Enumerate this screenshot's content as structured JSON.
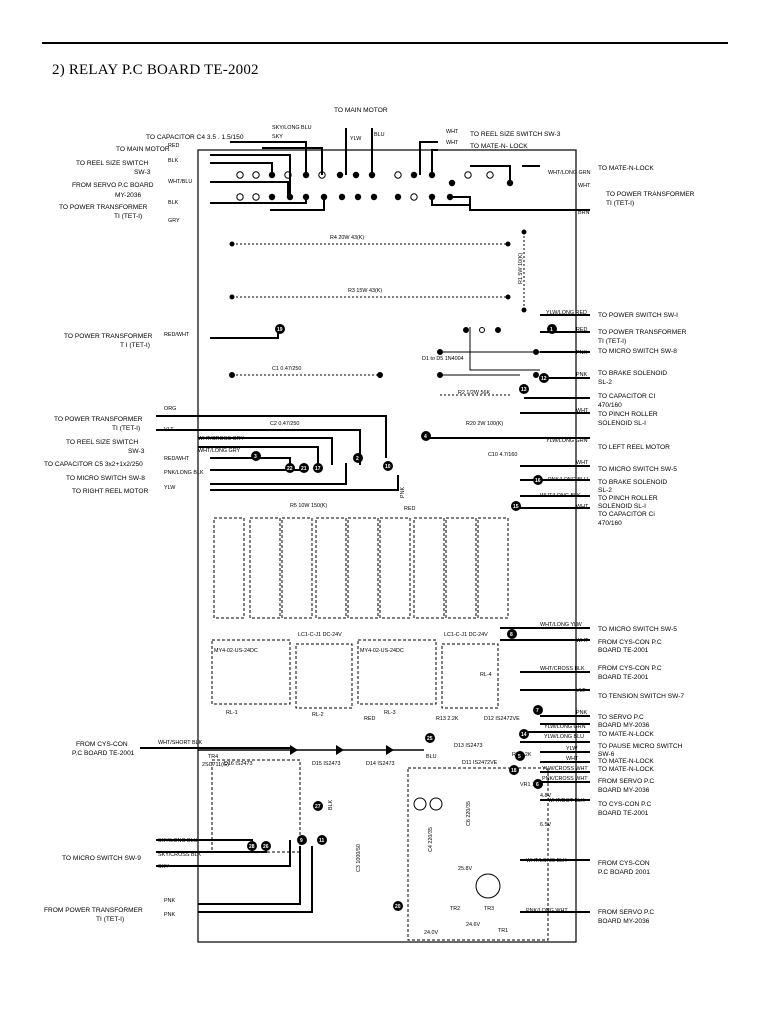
{
  "heading": "2) RELAY P.C  BOARD TE-2002",
  "top_labels": {
    "main_motor_top": "TO MAIN MOTOR",
    "capacitor_c4": "TO CAPACITOR C4  3.5 . 1.5/150",
    "main_motor_left": "TO MAIN MOTOR",
    "reel_size_sw3_line1": "TO REEL SIZE SWITCH",
    "reel_size_sw3_line2": "SW-3",
    "servo_pc_line1": "FROM SERVO P.C BOARD",
    "servo_pc_line2": "MY-2036",
    "power_tf_top_line1": "TO POWER TRANSFORMER",
    "power_tf_top_line2": "TI (TET-I)",
    "reel_size_sw3_right": "TO REEL SIZE SWITCH SW-3",
    "mate_n_lock6": "TO MATE-N- LOCK",
    "mate_n_lock5": "TO MATE-N-LOCK",
    "power_tf_right_line1": "TO POWER TRANSFORMER",
    "power_tf_right_line2": "TI (TET-I)"
  },
  "left_labels": {
    "power_tf_mid_line1": "TO POWER TRANSFORMER",
    "power_tf_mid_line2": "T I (TET-I)",
    "power_tf_low_line1": "TO POWER TRANSFORMER",
    "power_tf_low_line2": "TI (TET-I)",
    "reel_size_low_line1": "TO REEL SIZE SWITCH",
    "reel_size_low_line2": "SW-3",
    "capacitor_c5": "TO CAPACITOR C5 3x2+1x2/250",
    "micro_sw8": "TO MICRO SWITCH SW-8",
    "right_reel_motor": "TO RIGHT REEL MOTOR",
    "cys_con_line1": "FROM CYS-CON",
    "cys_con_line2": "P.C BOARD TE-2001",
    "micro_sw9": "TO MICRO SWITCH SW-9",
    "power_tf_bottom_line1": "FROM POWER TRANSFORMER",
    "power_tf_bottom_line2": "TI (TET-I)"
  },
  "right_labels": {
    "power_switch": "TO POWER SWITCH SW-I",
    "power_tf_r_line1": "TO POWER TRANSFORMER",
    "power_tf_r_line2": "TI (TET-I)",
    "micro_sw8": "TO MICRO SWITCH SW-8",
    "brake_sol_line1": "TO BRAKE SOLENOID",
    "brake_sol_line2": "SL-2",
    "cap_ci_line1": "TO CAPACITOR CI",
    "cap_ci_line2": "470/160",
    "pinch_line1": "TO PINCH ROLLER",
    "pinch_line2": "SOLENOID SL-I",
    "left_reel_motor": "TO LEFT REEL MOTOR",
    "micro_sw5_a": "TO MICRO SWITCH SW-5",
    "brake_sol2_line1": "TO BRAKE SOLENOID",
    "brake_sol2_line2": "SL-2",
    "pinch2_line1": "TO PINCH ROLLER",
    "pinch2_line2": "SOLENOID SL-I",
    "cap_ci2_line1": "TO CAPACITOR Ci",
    "cap_ci2_line2": "470/160",
    "micro_sw5_b": "TO MICRO SWITCH SW-5",
    "cys_con3_line1": "FROM CYS-CON P.C",
    "cys_con3_line2": "BOARD TE-2001",
    "cys_con7_line1": "FROM CYS-CON P.C",
    "cys_con7_line2": "BOARD TE-2001",
    "tension_sw7": "TO TENSION SWITCH SW-7",
    "servo14_line1": "TO SERVO P.C",
    "servo14_line2": "BOARD MY-2036",
    "mate2": "TO MATE-N-LOCK",
    "pause_line1": "TO PAUSE MICRO SWITCH",
    "pause_line2": "SW-6",
    "mate1": "TO MATE-N-LOCK",
    "mate3": "TO MATE-N-LOCK",
    "servo15_line1": "FROM SERVO P.C",
    "servo15_line2": "BOARD MY-2036",
    "cys6_line1": "TO CYS-CON P.C",
    "cys6_line2": "BOARD  TE-2001",
    "cys4_line1": "FROM CYS-CON",
    "cys4_line2": "P.C BOARD  2001",
    "servo16_line1": "FROM SERVO P.C",
    "servo16_line2": "BOARD MY-2036"
  },
  "wire_colors": {
    "sky_long_blu": "SKY/LONG BLU",
    "sky": "SKY",
    "red": "RED",
    "blk": "BLK",
    "wht_blu": "WHT/BLU",
    "gry": "GRY",
    "ylw": "YLW",
    "blu": "BLU",
    "wht": "WHT",
    "wht_long_grn": "WHT/LONG GRN",
    "brn": "BRN",
    "ylw_long_red": "YLW/LONG RED",
    "red_wht": "RED/WHT",
    "pnk": "PNK",
    "org": "ORG",
    "vlt": "VLT",
    "wht_cross_gry": "WHT/CROSS GRY",
    "wht_long_gry": "WHT/LONG GRY",
    "pnk_long_blk": "PNK/LONG BLK",
    "ylw_long_grn": "YLW/LONG GRN",
    "pnk_long_blu": "PNK/LONG BLU",
    "wht_long_blk": "WHT/LONG BLK",
    "wht_long_ylw": "WHT/LONG YLW",
    "wht_cross_blk": "WHT/CROSS BLK",
    "wht_short_blk": "WHT/SHORT BLK",
    "ylw_long_blu": "YLW/LONG BLU",
    "ylw_cross_wht": "YLW/CROSS WHT",
    "pnk_cross_wht": "PNK/CROSS WHT",
    "wht_dot_blk": "WHT/DOT BLK",
    "sky_cross_blk": "SKY/CROSS BLK",
    "pnk_long_wht": "PNK/LONG WHT"
  },
  "components": {
    "r4": "R4  20W  43(K)",
    "r3": "R3  15W  43(K)",
    "r1": "R1  5W  10(K)",
    "c1": "C1  0.47/250",
    "c2": "C2  0.47/250",
    "diodes": "D1 to D5 1N4004",
    "r2": "R2  1/2W  56K",
    "r20": "R20  2W  100(K)",
    "c10": "C10  4.7/160",
    "r5": "R5  10W  150(K)",
    "relay_a": "MY4-02-US-24DC",
    "relay_b": "LC1-C-J1  DC-24V",
    "relay_c": "MY4-02-US-24DC",
    "relay_d": "LC1-C-J1  DC-24V",
    "rl1": "RL-1",
    "rl2": "RL-2",
    "rl3": "RL-3",
    "rl4": "RL-4",
    "d16": "D16  IS2473",
    "d15": "D15  IS2473",
    "d14": "D14  IS2473",
    "d13": "D13  IS2473",
    "tr4": "TR4",
    "tr4_type": "2SC711(G)",
    "tr2": "TR2",
    "tr3": "TR3",
    "tr1": "TR1",
    "vr1": "VR1  1KB",
    "c3": "C3  1000/50",
    "c4": "C4  220/35",
    "c6": "C6  220/35",
    "r13": "R13  2.2K",
    "d12": "D12  IS2472VE",
    "d11": "D11  IS2472VE",
    "r6": "R6  2.2K",
    "volt_48": "4.8V",
    "volt_65": "6.5V",
    "volt_24": "24.0V",
    "volt_246": "24.6V",
    "volt_258": "25.8V"
  },
  "markers": {
    "m6": "6",
    "m5": "5",
    "m12": "12",
    "m1": "1",
    "m15": "15",
    "m16": "16",
    "m2": "2",
    "m3": "3",
    "m4": "4",
    "m7": "7",
    "m8": "8",
    "m9": "9",
    "m10": "10",
    "m11": "11",
    "m13": "13",
    "m14": "14",
    "m17": "17",
    "m18": "18",
    "m19": "19",
    "m20": "20",
    "m21": "21",
    "m22": "22",
    "m25": "25",
    "m26": "26",
    "m27": "27",
    "m28": "28"
  },
  "colors": {
    "ink": "#000000",
    "paper": "#ffffff",
    "board": "#ffffff"
  }
}
